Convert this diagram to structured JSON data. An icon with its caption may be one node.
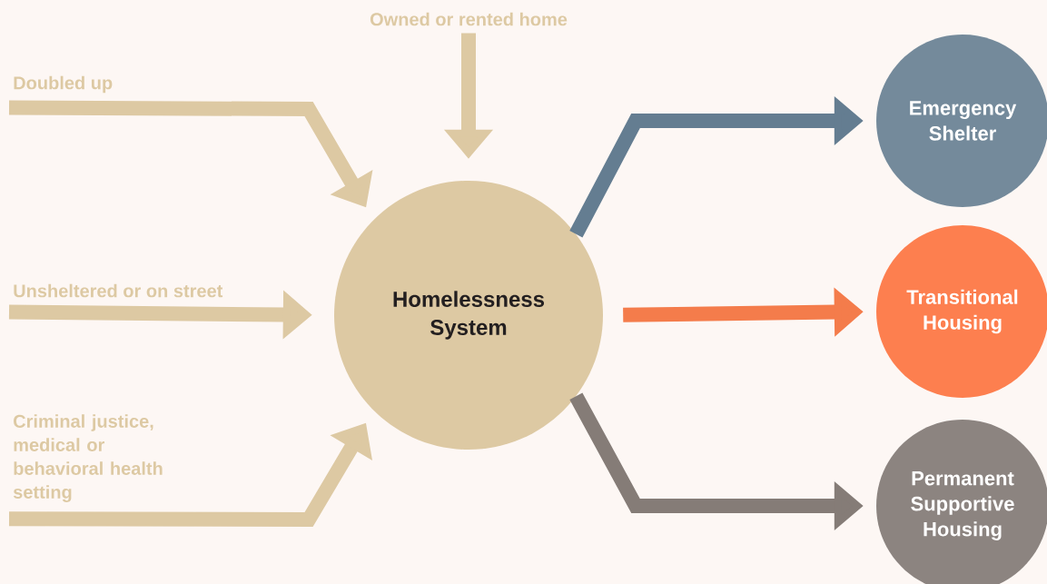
{
  "diagram": {
    "nodes": [
      {
        "text": [
          "Homelessness System"
        ]
      },
      {
        "text": [
          "Owned or rented home"
        ]
      },
      {
        "text": [
          "Doubled up"
        ]
      },
      {
        "text": [
          "Unsheltered or on street"
        ]
      },
      {
        "text": [
          "Criminal justice, medical or behavioral health setting"
        ]
      },
      {
        "text": [
          "Emergency Shelter"
        ]
      },
      {
        "text": [
          "Transitional Housing"
        ]
      },
      {
        "text": [
          "Permanent Supportive Housing"
        ]
      }
    ],
    "edges": [
      {
        "from": 1,
        "to": 0,
        "arrow": "to"
      },
      {
        "from": 2,
        "to": 0,
        "arrow": "to"
      },
      {
        "from": 3,
        "to": 0,
        "arrow": "to"
      },
      {
        "from": 4,
        "to": 0,
        "arrow": "to"
      },
      {
        "from": 0,
        "to": 5,
        "arrow": "to",
        "color": "#647d91"
      },
      {
        "from": 0,
        "to": 6,
        "arrow": "to",
        "color": "#f47c4b"
      },
      {
        "from": 0,
        "to": 7,
        "arrow": "to",
        "color": "#857c77"
      }
    ]
  }
}
